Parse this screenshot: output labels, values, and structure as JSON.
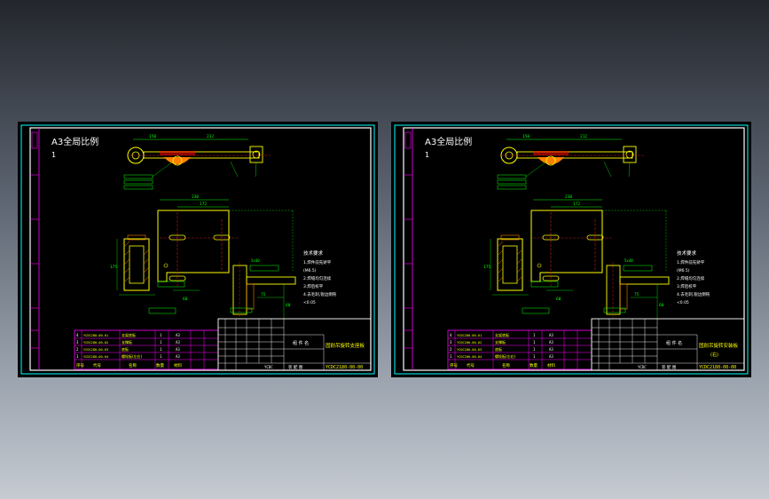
{
  "colors": {
    "background_top": "#23262c",
    "background_bottom": "#c6cbd2",
    "frame_white": "#ffffff",
    "frame_cyan": "#00ffff",
    "frame_magenta": "#ff00ff",
    "part_green": "#00ff00",
    "part_yellow": "#ffff00",
    "part_red": "#ff2020",
    "hatch_orange": "#ff8000"
  },
  "sheets": [
    {
      "scale_label": "A3全局比例",
      "scale_number": "1",
      "dims": {
        "d1": "150",
        "d2": "212",
        "d3": "230",
        "d4": "172",
        "d5": "175",
        "d6": "60",
        "d7": "5x40",
        "d8": "75",
        "d9": "60"
      },
      "notes": {
        "title": "技术要求",
        "l1": "1.焊件前先矫平",
        "l2": "(M6.5)",
        "l3": "2.焊缝均匀连续",
        "l4": "3.焊后校平",
        "l5": "4.去毛刺,锐边倒钝",
        "l6": "<0.05"
      },
      "bom": [
        {
          "no": "4",
          "code": "YCDC280-00-01",
          "name": "支架底板",
          "qty": "1",
          "mat": "A3"
        },
        {
          "no": "3",
          "code": "YCDC280-00-02",
          "name": "支撑板",
          "qty": "1",
          "mat": "A3"
        },
        {
          "no": "2",
          "code": "YCDC280-00-03",
          "name": "底板",
          "qty": "1",
          "mat": "A3"
        },
        {
          "no": "1",
          "code": "YCDC280-00-04",
          "name": "螺栓板(左右)",
          "qty": "1",
          "mat": "A3"
        }
      ],
      "bom_header": [
        "序号",
        "代号",
        "名称",
        "数量",
        "材料"
      ],
      "title_block": {
        "part": "组 件 名",
        "drawing_name": "固耐吊旋转支座板",
        "drawing_name2": "",
        "drawing_no": "YCDC2180-00-00",
        "company": "YCDC",
        "stage": "装 配 图"
      }
    },
    {
      "scale_label": "A3全局比例",
      "scale_number": "1",
      "dims": {
        "d1": "150",
        "d2": "212",
        "d3": "230",
        "d4": "172",
        "d5": "175",
        "d6": "60",
        "d7": "5x40",
        "d8": "75",
        "d9": "60"
      },
      "notes": {
        "title": "技术要求",
        "l1": "1.焊件前先矫平",
        "l2": "(M6.5)",
        "l3": "2.焊缝均匀连续",
        "l4": "3.焊后校平",
        "l5": "4.去毛刺,锐边倒钝",
        "l6": "<0.05"
      },
      "bom": [
        {
          "no": "4",
          "code": "YCDC280-00-01",
          "name": "支架底板",
          "qty": "1",
          "mat": "A3"
        },
        {
          "no": "3",
          "code": "YCDC280-00-02",
          "name": "支撑板",
          "qty": "1",
          "mat": "A3"
        },
        {
          "no": "2",
          "code": "YCDC280-00-03",
          "name": "底板",
          "qty": "1",
          "mat": "A3"
        },
        {
          "no": "1",
          "code": "YCDC280-00-04",
          "name": "螺栓板(左右)",
          "qty": "1",
          "mat": "A3"
        }
      ],
      "bom_header": [
        "序号",
        "代号",
        "名称",
        "数量",
        "材料"
      ],
      "title_block": {
        "part": "组 件 名",
        "drawing_name": "固耐吊旋转安装板",
        "drawing_name2": "(右)",
        "drawing_no": "YCDC2180-00-00",
        "company": "YCDC",
        "stage": "装 配 图"
      }
    }
  ]
}
